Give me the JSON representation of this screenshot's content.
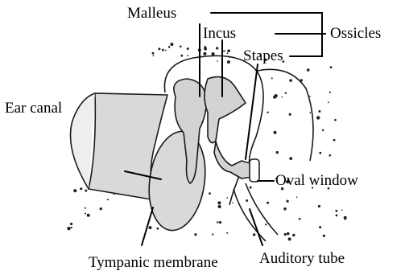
{
  "labels": {
    "malleus": "Malleus",
    "incus": "Incus",
    "stapes": "Stapes",
    "ossicles": "Ossicles",
    "ear_canal": "Ear canal",
    "oval_window": "Oval window",
    "tympanic_membrane": "Tympanic membrane",
    "auditory_tube": "Auditory tube"
  },
  "colors": {
    "line": "#000000",
    "membrane_fill": "#d9d9d9",
    "ossicle_fill": "#d3d3d3",
    "bone_speckle": "#222222"
  }
}
